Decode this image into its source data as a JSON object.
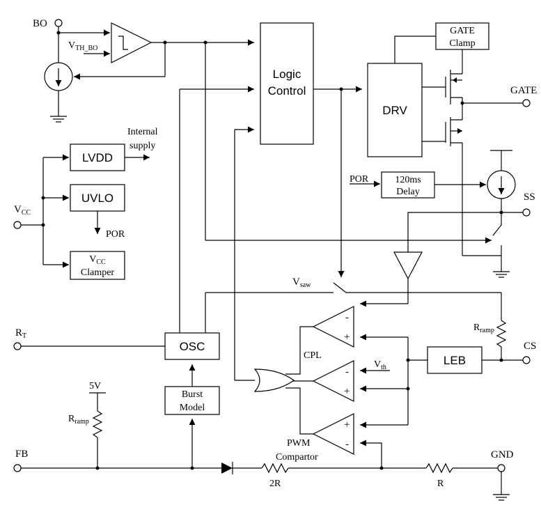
{
  "pins": {
    "bo": "BO",
    "gate": "GATE",
    "ss": "SS",
    "rt": "R",
    "rt_sub": "T",
    "cs": "CS",
    "fb": "FB",
    "gnd": "GND",
    "vcc": "V",
    "vcc_sub": "CC"
  },
  "blocks": {
    "logic_line1": "Logic",
    "logic_line2": "Control",
    "drv": "DRV",
    "gate_clamp_line1": "GATE",
    "gate_clamp_line2": "Clamp",
    "delay_line1": "120ms",
    "delay_line2": "Delay",
    "lvdd": "LVDD",
    "uvlo": "UVLO",
    "vcc_clamper_v": "V",
    "vcc_clamper_sub": "CC",
    "vcc_clamper_line2": "Clamper",
    "osc": "OSC",
    "burst_line1": "Burst",
    "burst_line2": "Model",
    "leb": "LEB"
  },
  "labels": {
    "vth_bo": "V",
    "vth_bo_sub": "TH_BO",
    "internal_line1": "Internal",
    "internal_line2": "supply",
    "por_uvlo": "POR",
    "por_delay": "POR",
    "vsaw": "V",
    "vsaw_sub": "saw",
    "cpl": "CPL",
    "vth": "V",
    "vth_sub": "th",
    "rramp_right": "R",
    "rramp_right_sub": "ramp",
    "rramp_left": "R",
    "rramp_left_sub": "ramp",
    "five_v": "5V",
    "pwm_line1": "PWM",
    "pwm_line2": "Compartor",
    "res_2r": "2R",
    "res_r": "R",
    "minus": "-",
    "plus": "+"
  }
}
